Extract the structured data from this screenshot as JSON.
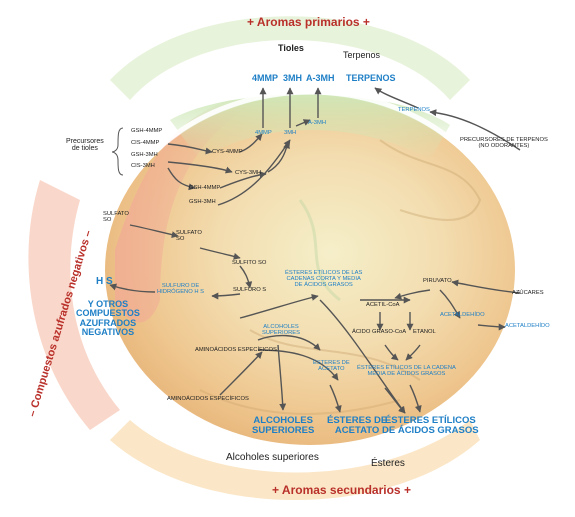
{
  "header": {
    "primary_title": "+ Aromas primarios +",
    "secondary_title": "+ Aromas secundarios +",
    "negative_title": "– Compuestos azufrados negativos –"
  },
  "primary": {
    "tioles_heading": "Tioles",
    "terpenos_heading": "Terpenos",
    "thiol_products": [
      "4MMP",
      "3MH",
      "A-3MH"
    ],
    "terpenos_product": "TERPENOS"
  },
  "inner": {
    "precursores_tioles": "Precursores\nde tioles",
    "precursor_list": [
      "GSH-4MMP",
      "CIS-4MMP",
      "GSH-3MH",
      "CIS-3MH"
    ],
    "cys_4mmp": "CYS-4MMP",
    "cys_3mh": "CYS-3MH",
    "gsh_4mmp": "GSH-4MMP",
    "gsh_3mh": "GSH-3MH",
    "mmp_small": "4MMP",
    "mh_small": "3MH",
    "amh_small": "A-3MH",
    "terpenos_small": "TERPENOS",
    "precursores_terpenos": "PRECURSORES DE TERPENOS\n(NO ODORANTES)",
    "sulfato_outer": "SULFATO\nSO",
    "sulfato_inner": "SULFATO\nSO",
    "sulfito": "SULFITO SO",
    "sulfuro": "SULFURO S",
    "sulfuro_hidrogeno": "SULFURO DE\nHIDRÓGENO H S",
    "esteres_cadena_corta": "ÉSTERES ETÍLICOS DE LAS\nCADENAS CORTA Y MEDIA\nDE ÁCIDOS GRASOS",
    "piruvato": "PIRUVATO",
    "azucares": "AZÚCARES",
    "acetil_coa": "ACETIL-CoA",
    "acetaldehido": "ACETALDEHÍDO",
    "acetaldehido_out": "ACETALDEHÍDO",
    "acido_graso_coa": "ÁCIDO GRASO-CoA",
    "etanol": "ETANOL",
    "alcoholes_superiores_small": "ALCOHOLES\nSUPERIORES",
    "aminoacidos_especificos": "AMINOÁCIDOS ESPECÍFICOS",
    "aminoacidos_especificos_out": "AMINOÁCIDOS ESPECÍFICOS",
    "esteres_acetato_small": "ÉSTERES DE\nACETATO",
    "esteres_cadena_media": "ÉSTERES ETÍLICOS DE LA CADENA\nMEDIA DE ÁCIDOS GRASOS"
  },
  "negative": {
    "h2s": "H S",
    "otros": "Y OTROS\nCOMPUESTOS\nAZUFRADOS\nNEGATIVOS"
  },
  "secondary": {
    "alcoholes_big": "ALCOHOLES\nSUPERIORES",
    "esteres_acetato_big": "ÉSTERES DE\nACETATO",
    "esteres_etilicos_big": "ÉSTERES ETÍLICOS\nDE ÁCIDOS GRASOS",
    "alcoholes_label": "Alcoholes superiores",
    "esteres_label": "Ésteres"
  },
  "colors": {
    "accent_red": "#b9302a",
    "blue": "#1e7fc6",
    "arrow": "#555555",
    "green_band": "#dfeec8",
    "orange_band": "#f6d7a6",
    "red_band": "#f4b7a4"
  }
}
